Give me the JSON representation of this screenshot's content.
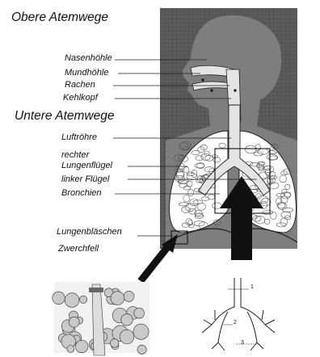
{
  "headings": {
    "upper_airways": "Obere Atemwege",
    "lower_airways": "Untere Atemwege"
  },
  "labels": {
    "nasal_cavity": "Nasenhöhle",
    "oral_cavity": "Mundhöhle",
    "pharynx": "Rachen",
    "larynx": "Kehlkopf",
    "trachea": "Luftröhre",
    "right_lung_line1": "rechter",
    "right_lung_line2": "Lungenflügel",
    "left_lung": "linker Flügel",
    "bronchi": "Bronchien",
    "alveoli": "Lungenbläschen",
    "diaphragm": "Zwerchfell"
  },
  "bronchial_tree_markers": [
    "1",
    "2",
    "3"
  ],
  "colors": {
    "background": "#ffffff",
    "body_panel": "#555555",
    "airway": "#e4e4e4",
    "lung": "#ffffff",
    "ink": "#111111"
  }
}
